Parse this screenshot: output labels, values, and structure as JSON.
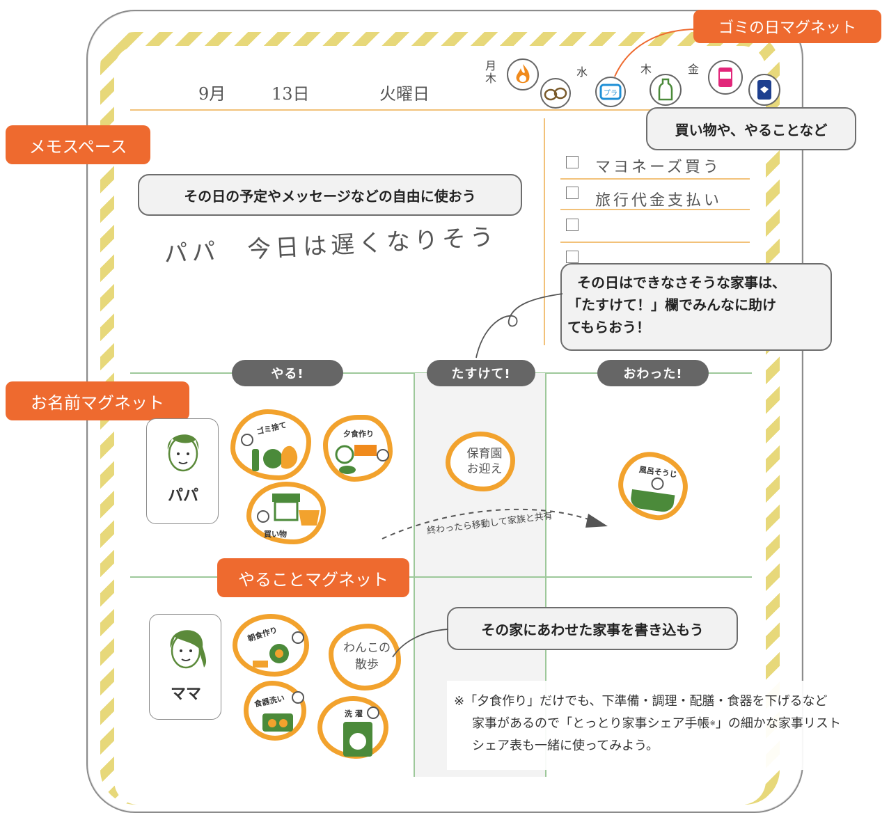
{
  "date": {
    "month": "9月",
    "day": "13日",
    "weekday": "火曜日"
  },
  "garbage_days": {
    "mon_thu": "月\n木",
    "wed": "水",
    "thu": "木",
    "fri": "金"
  },
  "memo_text": "パパ　今日は遅くなりそう",
  "todo": {
    "items": [
      "マヨネーズ買う",
      "旅行代金支払い",
      "",
      ""
    ]
  },
  "columns": {
    "yaru": "やる!",
    "tasukete": "たすけて!",
    "owatta": "おわった!"
  },
  "people": {
    "papa": "パパ",
    "mama": "ママ"
  },
  "magnets": {
    "gomi": "ゴミ捨て",
    "yushoku": "夕食作り",
    "kaimono": "買い物",
    "hoikuen": "保育園\nお迎え",
    "furo": "風呂そうじ",
    "choshoku": "朝食作り",
    "wanko": "わんこの\n散歩",
    "shokki": "食器洗い",
    "sentaku": "洗 濯"
  },
  "arrow_text": "終わったら移動して家族と共有",
  "callouts": {
    "gomi_magnet": "ゴミの日マグネット",
    "memo_space": "メモスペース",
    "shopping": "買い物や、やることなど",
    "free_use": "その日の予定やメッセージなどの自由に使おう",
    "help_line1": "その日はできなさそうな家事は、",
    "help_line2": "「たすけて！」欄でみんなに助け",
    "help_line3": "てもらおう！",
    "name_magnet": "お名前マグネット",
    "todo_magnet": "やることマグネット",
    "write_in": "その家にあわせた家事を書き込もう"
  },
  "note": {
    "line1": "※「夕食作り」だけでも、下準備・調理・配膳・食器を下げるなど",
    "line2": "家事があるので「とっとり家事シェア手帳",
    "sup": "※",
    "line2b": "」の細かな家事リスト",
    "line3": "シェア表も一緒に使ってみよう。"
  },
  "colors": {
    "orange": "#ee6a2f",
    "magnet_border": "#f2a22d",
    "stripe": "#e7d87a",
    "green": "#5b8a3a"
  }
}
